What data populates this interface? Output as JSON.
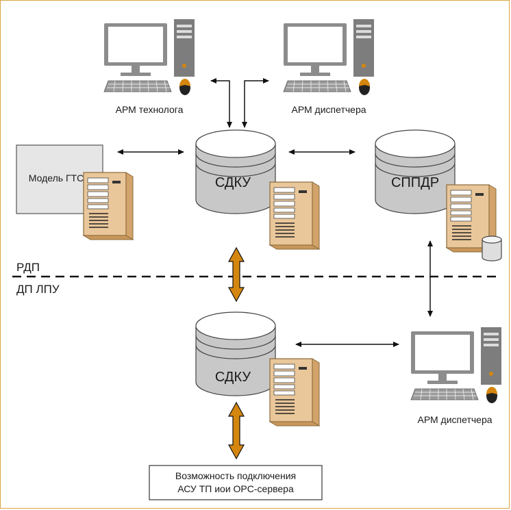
{
  "labels": {
    "arm_technologist": "АРМ технолога",
    "arm_dispatcher_top": "АРМ диспетчера",
    "arm_dispatcher_bottom": "АРМ диспетчера",
    "gts_model": "Модель ГТС",
    "sdku_top": "СДКУ",
    "sppdr": "СППДР",
    "sdku_bottom": "СДКУ",
    "rdp": "РДП",
    "dp_lpu": "ДП ЛПУ",
    "connection_line1": "Возможность подключения",
    "connection_line2": "АСУ ТП иои OPC-сервера"
  },
  "colors": {
    "frame": "#d9a441",
    "orange_arrow": "#d4860f",
    "server_tan": "#e9c79a",
    "disk_gray": "#c8c8c8",
    "monitor_gray": "#8c8c8c"
  }
}
